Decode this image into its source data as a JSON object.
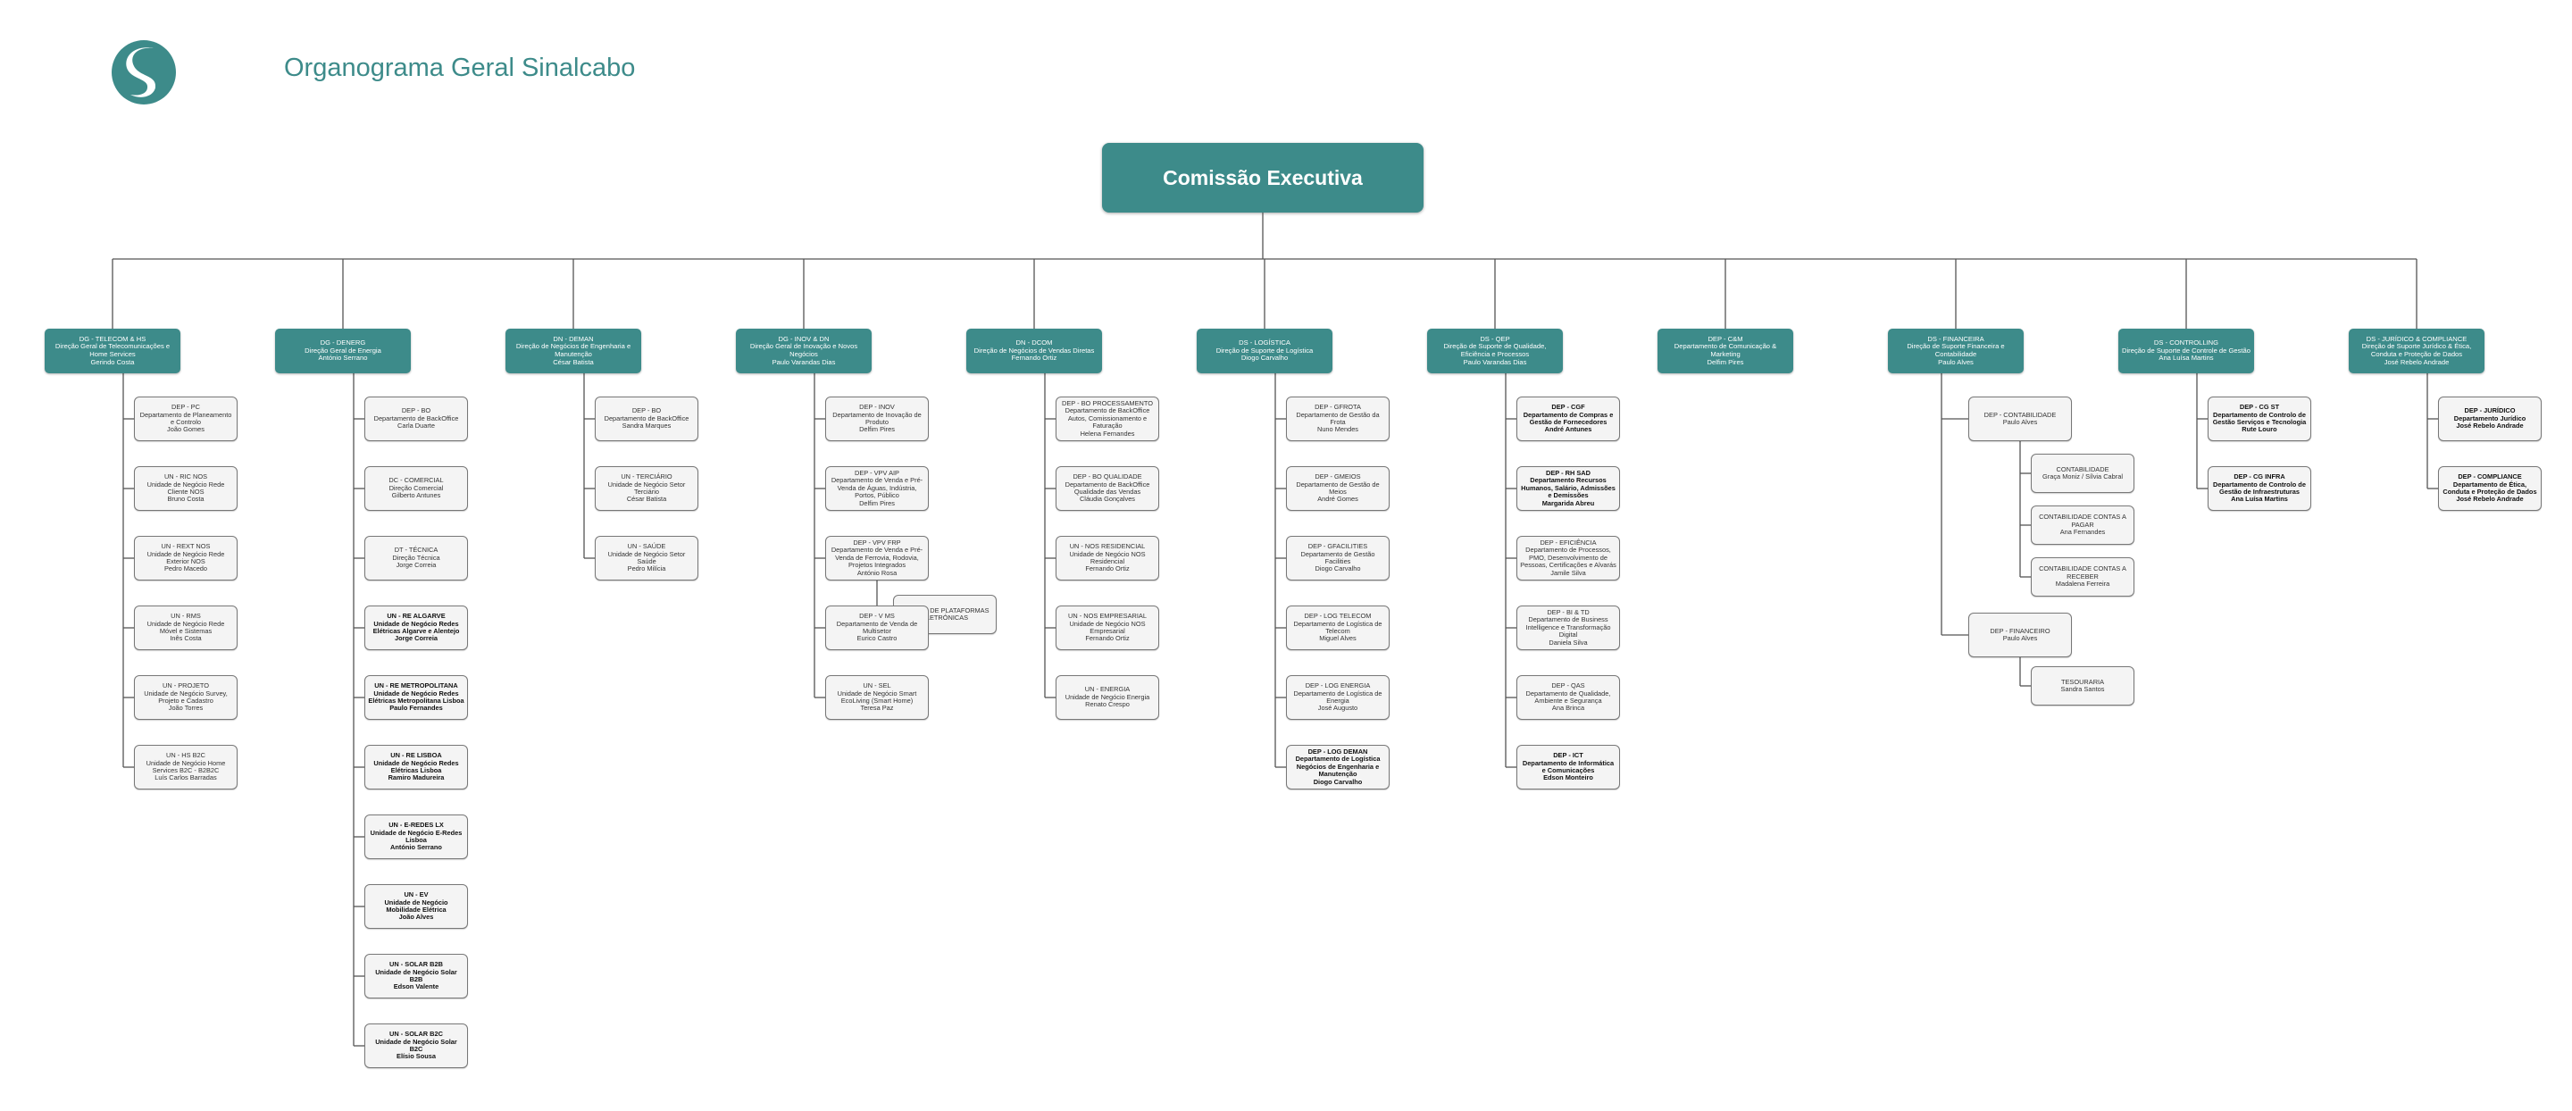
{
  "page": {
    "title": "Organograma Geral Sinalcabo",
    "top_node": "Comissão Executiva",
    "colors": {
      "accent": "#3d8b8a",
      "box_fill": "#f4f4f4",
      "box_border": "#777777",
      "line": "#555555"
    }
  },
  "columns": [
    {
      "title": "DG - TELECOM & HS",
      "lines": [
        "Direção Geral de Telecomunicações e Home Services",
        "Gerindo Costa"
      ],
      "children": [
        {
          "lines": [
            "DEP - PC",
            "Departamento de Planeamento e Controlo",
            "João Gomes"
          ]
        },
        {
          "lines": [
            "UN - RIC NOS",
            "Unidade de Negócio Rede Cliente NOS",
            "Bruno Costa"
          ]
        },
        {
          "lines": [
            "UN - REXT NOS",
            "Unidade de Negócio Rede Exterior NOS",
            "Pedro Macedo"
          ]
        },
        {
          "lines": [
            "UN - RMS",
            "Unidade de Negócio Rede Móvel e Sistemas",
            "Inês Costa"
          ]
        },
        {
          "lines": [
            "UN - PROJETO",
            "Unidade de Negócio Survey, Projeto e Cadastro",
            "João Torres"
          ]
        },
        {
          "lines": [
            "UN - HS B2C",
            "Unidade de Negócio Home Services B2C - B2B2C",
            "Luís Carlos Barradas"
          ]
        }
      ]
    },
    {
      "title": "DG - DENERG",
      "lines": [
        "Direção Geral de Energia",
        "António Serrano"
      ],
      "children": [
        {
          "lines": [
            "DEP - BO",
            "Departamento de BackOffice",
            "Carla Duarte"
          ]
        },
        {
          "lines": [
            "DC - COMERCIAL",
            "Direção Comercial",
            "Gilberto Antunes"
          ]
        },
        {
          "lines": [
            "DT - TÉCNICA",
            "Direção Técnica",
            "Jorge Correia"
          ]
        },
        {
          "bold": true,
          "lines": [
            "UN - RE ALGARVE",
            "Unidade de Negócio Redes Elétricas Algarve e Alentejo",
            "Jorge Correia"
          ]
        },
        {
          "bold": true,
          "lines": [
            "UN - RE METROPOLITANA",
            "Unidade de Negócio Redes Elétricas Metropolitana Lisboa",
            "Paulo Fernandes"
          ]
        },
        {
          "bold": true,
          "lines": [
            "UN - RE LISBOA",
            "Unidade de Negócio Redes Elétricas Lisboa",
            "Ramiro Madureira"
          ]
        },
        {
          "bold": true,
          "lines": [
            "UN - E-REDES LX",
            "Unidade de Negócio E-Redes Lisboa",
            "António Serrano"
          ]
        },
        {
          "bold": true,
          "lines": [
            "UN - EV",
            "Unidade de Negócio Mobilidade Elétrica",
            "João Alves"
          ]
        },
        {
          "bold": true,
          "lines": [
            "UN - SOLAR B2B",
            "Unidade de Negócio Solar B2B",
            "Edson Valente"
          ]
        },
        {
          "bold": true,
          "lines": [
            "UN - SOLAR B2C",
            "Unidade de Negócio Solar B2C",
            "Elísio Sousa"
          ]
        }
      ]
    },
    {
      "title": "DN - DEMAN",
      "lines": [
        "Direção de Negócios de Engenharia e Manutenção",
        "César Batista"
      ],
      "children": [
        {
          "lines": [
            "DEP - BO",
            "Departamento de BackOffice",
            "Sandra Marques"
          ]
        },
        {
          "lines": [
            "UN - TERCIÁRIO",
            "Unidade de Negócio Setor Terciário",
            "César Batista"
          ]
        },
        {
          "lines": [
            "UN - SAÚDE",
            "Unidade de Negócio Setor Saúde",
            "Pedro Milícia"
          ]
        }
      ]
    },
    {
      "title": "DG - INOV & DN",
      "lines": [
        "Direção Geral de Inovação e Novos Negócios",
        "Paulo Varandas Dias"
      ],
      "children": [
        {
          "lines": [
            "DEP - INOV",
            "Departamento de Inovação de Produto",
            "Delfim Pires"
          ]
        },
        {
          "lines": [
            "DEP - VPV AIP",
            "Departamento de Venda e Pré-Venda de Águas, Indústria, Portos, Público",
            "Delfim Pires"
          ]
        },
        {
          "lines": [
            "DEP - VPV FRP",
            "Departamento de Venda e Pré-Venda de Ferrovia, Rodovia, Projetos Integrados",
            "António Rosa"
          ]
        },
        {
          "sub": true,
          "lines": [
            "GESTÃO DE PLATAFORMAS",
            "ELETRÓNICAS"
          ]
        },
        {
          "lines": [
            "DEP - V MS",
            "Departamento de Venda de Multisetor",
            "Eurico Castro"
          ]
        },
        {
          "lines": [
            "UN - SEL",
            "Unidade de Negócio Smart EcoLiving (Smart Home)",
            "Teresa Paz"
          ]
        }
      ]
    },
    {
      "title": "DN - DCOM",
      "lines": [
        "Direção de Negócios de Vendas Diretas",
        "Fernando Ortiz"
      ],
      "children": [
        {
          "lines": [
            "DEP - BO PROCESSAMENTO",
            "Departamento de BackOffice Autos, Comissionamento e Faturação",
            "Helena Fernandes"
          ]
        },
        {
          "lines": [
            "DEP - BO QUALIDADE",
            "Departamento de BackOffice Qualidade das Vendas",
            "Cláudia Gonçalves"
          ]
        },
        {
          "lines": [
            "UN - NOS RESIDENCIAL",
            "Unidade de Negócio NOS Residencial",
            "Fernando Ortiz"
          ]
        },
        {
          "lines": [
            "UN - NOS EMPRESARIAL",
            "Unidade de Negócio NOS Empresarial",
            "Fernando Ortiz"
          ]
        },
        {
          "lines": [
            "UN - ENERGIA",
            "Unidade de Negócio Energia",
            "Renato Crespo"
          ]
        }
      ]
    },
    {
      "title": "DS - LOGÍSTICA",
      "lines": [
        "Direção de Suporte de Logística",
        "Diogo Carvalho"
      ],
      "children": [
        {
          "lines": [
            "DEP - GFROTA",
            "Departamento de Gestão da Frota",
            "Nuno Mendes"
          ]
        },
        {
          "lines": [
            "DEP - GMEIOS",
            "Departamento de Gestão de Meios",
            "André Gomes"
          ]
        },
        {
          "lines": [
            "DEP - GFACILITIES",
            "Departamento de Gestão Facilities",
            "Diogo Carvalho"
          ]
        },
        {
          "lines": [
            "DEP - LOG TELECOM",
            "Departamento de Logística de Telecom",
            "Miguel Alves"
          ]
        },
        {
          "lines": [
            "DEP - LOG ENERGIA",
            "Departamento de Logística de Energia",
            "José Augusto"
          ]
        },
        {
          "bold": true,
          "lines": [
            "DEP - LOG DEMAN",
            "Departamento de Logística Negócios de Engenharia e Manutenção",
            "Diogo Carvalho"
          ]
        }
      ]
    },
    {
      "title": "DS - QEP",
      "lines": [
        "Direção de Suporte de Qualidade, Eficiência e Processos",
        "Paulo Varandas Dias"
      ],
      "children": [
        {
          "bold": true,
          "lines": [
            "DEP - CGF",
            "Departamento de Compras e Gestão de Fornecedores",
            "André Antunes"
          ]
        },
        {
          "bold": true,
          "lines": [
            "DEP - RH SAD",
            "Departamento Recursos Humanos, Salário, Admissões e Demissões",
            "Margarida Abreu"
          ]
        },
        {
          "lines": [
            "DEP - EFICIÊNCIA",
            "Departamento de Processos, PMO, Desenvolvimento de Pessoas, Certificações e Alvarás",
            "Jamile Silva"
          ]
        },
        {
          "lines": [
            "DEP - BI & TD",
            "Departamento de Business Intelligence e Transformação Digital",
            "Daniela Silva"
          ]
        },
        {
          "lines": [
            "DEP - QAS",
            "Departamento de Qualidade, Ambiente e Segurança",
            "Ana Brinca"
          ]
        },
        {
          "bold": true,
          "lines": [
            "DEP - ICT",
            "Departamento de Informática e Comunicações",
            "Edson Monteiro"
          ]
        }
      ]
    },
    {
      "title": "DEP - C&M",
      "lines": [
        "Departamento de Comunicação & Marketing",
        "Delfim Pires"
      ],
      "children": []
    },
    {
      "title": "DS - FINANCEIRA",
      "lines": [
        "Direção de Suporte Financeira e Contabilidade",
        "Paulo Alves"
      ],
      "children": [
        {
          "lines": [
            "DEP - CONTABILIDADE",
            "Paulo Alves"
          ]
        },
        {
          "sub": true,
          "lines": [
            "CONTABILIDADE",
            "Graça Moniz / Sílvia Cabral"
          ]
        },
        {
          "sub": true,
          "lines": [
            "CONTABILIDADE CONTAS A PAGAR",
            "Ana Fernandes"
          ]
        },
        {
          "sub": true,
          "lines": [
            "CONTABILIDADE CONTAS A RECEBER",
            "Madalena Ferreira"
          ]
        },
        {
          "lines": [
            "DEP - FINANCEIRO",
            "Paulo Alves"
          ]
        },
        {
          "sub": true,
          "lines": [
            "TESOURARIA",
            "Sandra Santos"
          ]
        }
      ]
    },
    {
      "title": "DS - CONTROLLING",
      "lines": [
        "Direção de Suporte de Controle de Gestão",
        "Ana Luísa Martins"
      ],
      "children": [
        {
          "bold": true,
          "lines": [
            "DEP - CG ST",
            "Departamento de Controlo de Gestão Serviços e Tecnologia",
            "Rute Louro"
          ]
        },
        {
          "bold": true,
          "lines": [
            "DEP - CG INFRA",
            "Departamento de Controlo de Gestão de Infraestruturas",
            "Ana Luísa Martins"
          ]
        }
      ]
    },
    {
      "title": "DS - JURÍDICO & COMPLIANCE",
      "lines": [
        "Direção de Suporte Jurídico & Ética, Conduta e Proteção de Dados",
        "José Rebelo Andrade"
      ],
      "children": [
        {
          "bold": true,
          "lines": [
            "DEP - JURÍDICO",
            "Departamento Jurídico",
            "José Rebelo Andrade"
          ]
        },
        {
          "bold": true,
          "lines": [
            "DEP - COMPLIANCE",
            "Departamento de Ética, Conduta e Proteção de Dados",
            "José Rebelo Andrade"
          ]
        }
      ]
    }
  ]
}
